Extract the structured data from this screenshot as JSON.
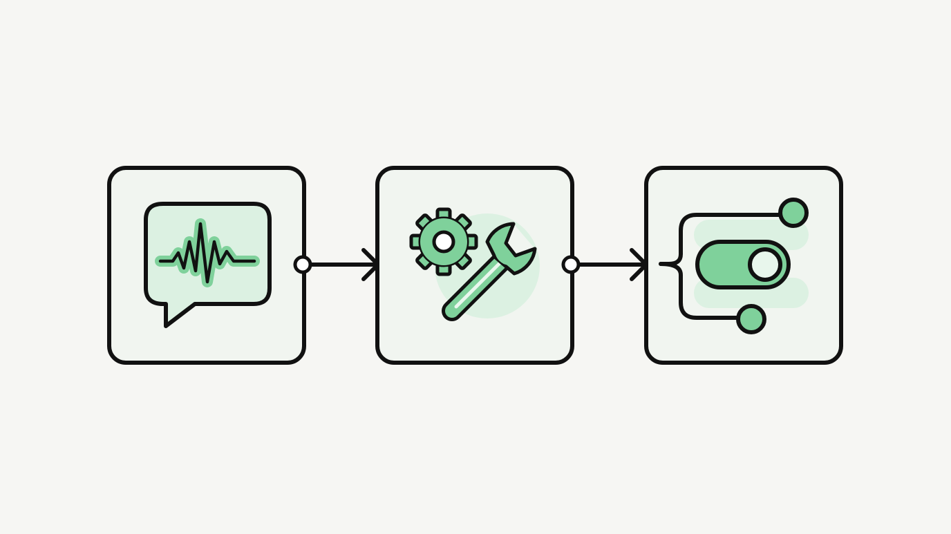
{
  "theme": {
    "background": "#f6f6f3",
    "stroke": "#111111",
    "panel_fill": "#f1f5f0",
    "accent": "#7fd19b",
    "accent_soft": "#dcf1e2"
  },
  "diagram": {
    "steps": [
      {
        "id": "signal",
        "icon": "chat-bubble-heartbeat-icon"
      },
      {
        "id": "fix",
        "icon": "gear-wrench-icon"
      },
      {
        "id": "route",
        "icon": "toggle-branch-icon"
      }
    ],
    "connectors": [
      {
        "from": "signal",
        "to": "fix",
        "icon": "arrow-right-icon"
      },
      {
        "from": "fix",
        "to": "route",
        "icon": "arrow-right-icon"
      }
    ]
  }
}
